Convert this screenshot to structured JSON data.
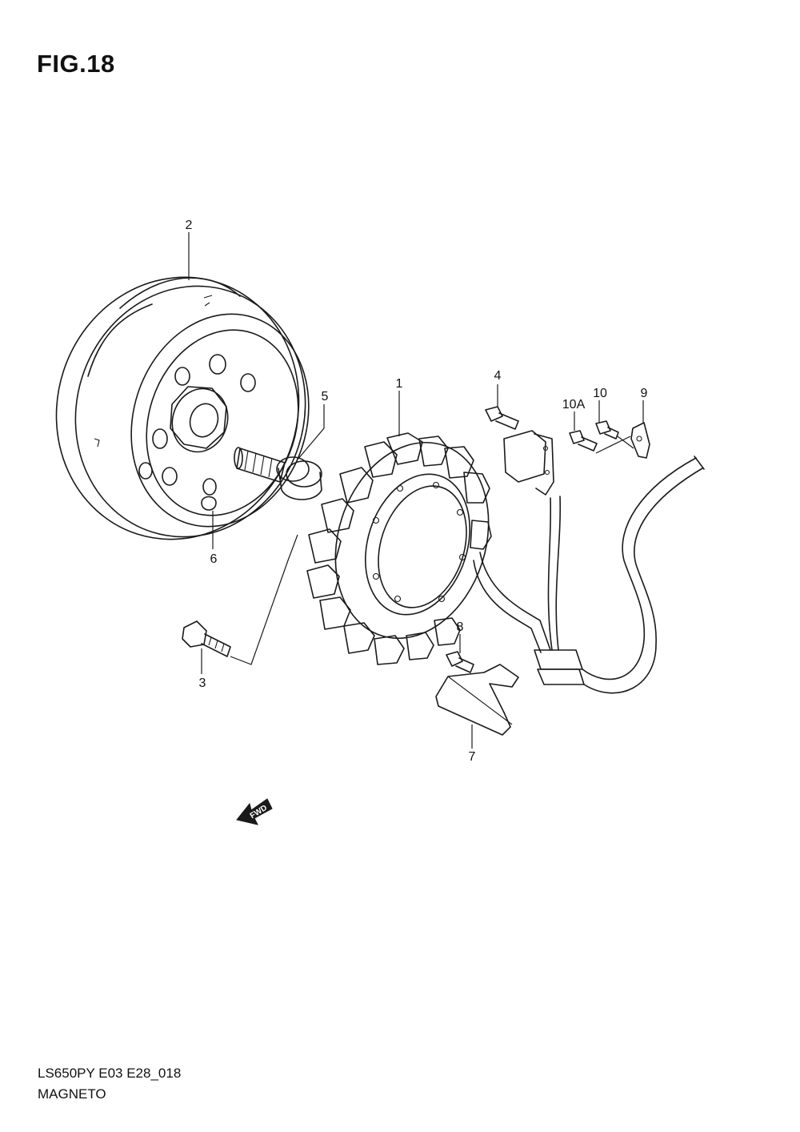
{
  "figure": {
    "title": "FIG.18",
    "model_code": "LS650PY E03 E28_018",
    "section_name": "MAGNETO",
    "fwd_label": "FWD"
  },
  "callouts": [
    {
      "id": "1",
      "label": "1"
    },
    {
      "id": "2",
      "label": "2"
    },
    {
      "id": "3",
      "label": "3"
    },
    {
      "id": "4",
      "label": "4"
    },
    {
      "id": "5",
      "label": "5"
    },
    {
      "id": "6",
      "label": "6"
    },
    {
      "id": "7",
      "label": "7"
    },
    {
      "id": "8",
      "label": "8"
    },
    {
      "id": "9",
      "label": "9"
    },
    {
      "id": "10",
      "label": "10"
    },
    {
      "id": "10A",
      "label": "10A"
    }
  ]
}
